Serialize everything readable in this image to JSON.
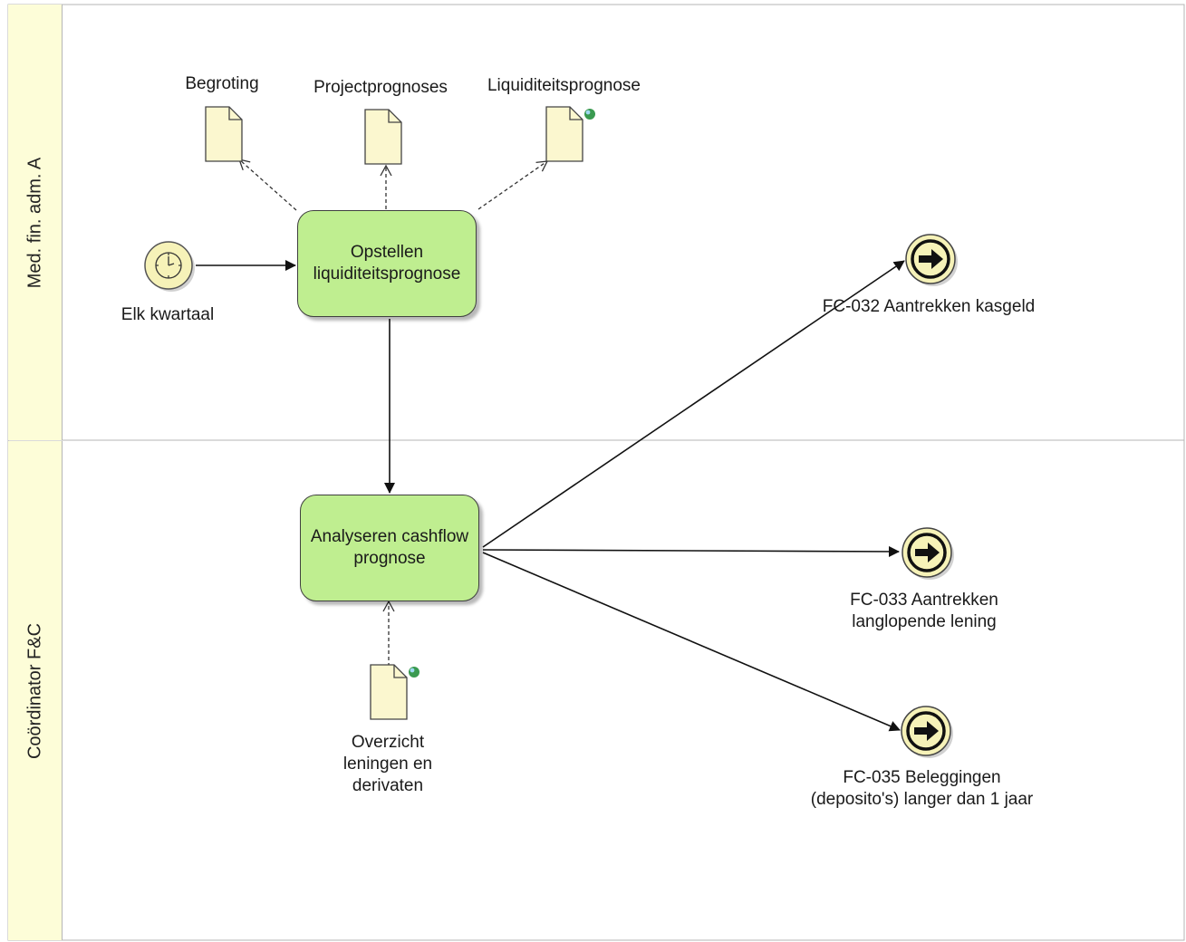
{
  "lanes": [
    {
      "label": "Med. fin. adm. A"
    },
    {
      "label": "Coördinator F&C"
    }
  ],
  "start_event": {
    "label": "Elk kwartaal",
    "icon": "timer-icon"
  },
  "tasks": [
    {
      "label": "Opstellen liquiditeitsprognose"
    },
    {
      "label": "Analyseren cashflow prognose"
    }
  ],
  "documents": [
    {
      "label": "Begroting",
      "icon": "document-icon"
    },
    {
      "label": "Projectprognoses",
      "icon": "document-icon"
    },
    {
      "label": "Liquiditeitsprognose",
      "icon": "document-icon",
      "badge": "globe-icon"
    },
    {
      "label": "Overzicht leningen en derivaten",
      "icon": "document-icon",
      "badge": "globe-icon"
    }
  ],
  "end_events": [
    {
      "label": "FC-032 Aantrekken kasgeld",
      "icon": "arrow-right-icon"
    },
    {
      "label": "FC-033 Aantrekken langlopende lening",
      "icon": "arrow-right-icon"
    },
    {
      "label": "FC-035 Beleggingen (deposito's) langer dan 1 jaar",
      "icon": "arrow-right-icon"
    }
  ],
  "colors": {
    "task_fill": "#bfee90",
    "lane_header_fill": "#fdfdd8",
    "event_fill": "#f6f2b8",
    "document_fill": "#fbf7cf",
    "badge": "#3a9a50"
  }
}
